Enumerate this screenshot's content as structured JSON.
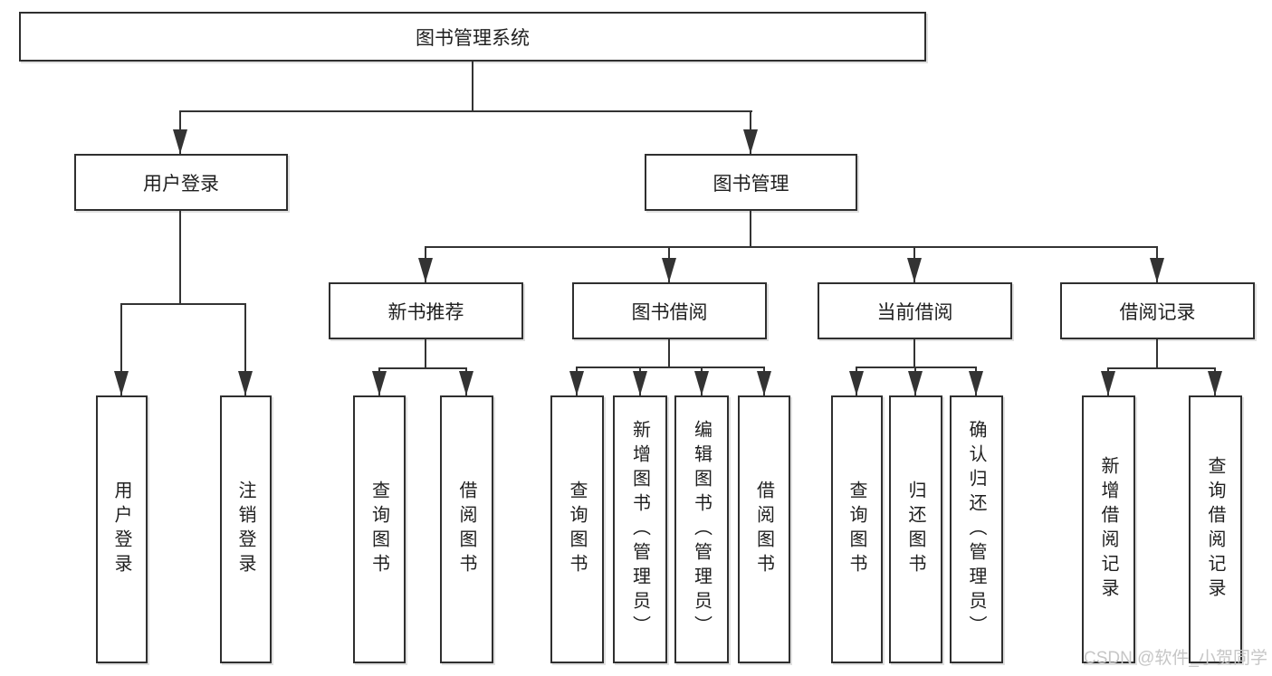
{
  "diagram": {
    "root": {
      "label": "图书管理系统"
    },
    "level2": [
      {
        "label": "用户登录",
        "leaves": [
          "用户登录",
          "注销登录"
        ]
      },
      {
        "label": "图书管理",
        "level3": [
          {
            "label": "新书推荐",
            "leaves": [
              "查询图书",
              "借阅图书"
            ]
          },
          {
            "label": "图书借阅",
            "leaves": [
              "查询图书",
              "新增图书（管理员）",
              "编辑图书（管理员）",
              "借阅图书"
            ]
          },
          {
            "label": "当前借阅",
            "leaves": [
              "查询图书",
              "归还图书",
              "确认归还（管理员）"
            ]
          },
          {
            "label": "借阅记录",
            "leaves": [
              "新增借阅记录",
              "查询借阅记录"
            ]
          }
        ]
      }
    ],
    "colors": {
      "line": "#333333",
      "box_border": "#2f2f2f",
      "text": "#1f1f1f",
      "background": "#ffffff",
      "watermark": "#c6c6c6"
    }
  },
  "watermark": {
    "text": "CSDN @软件_小贺同学"
  }
}
